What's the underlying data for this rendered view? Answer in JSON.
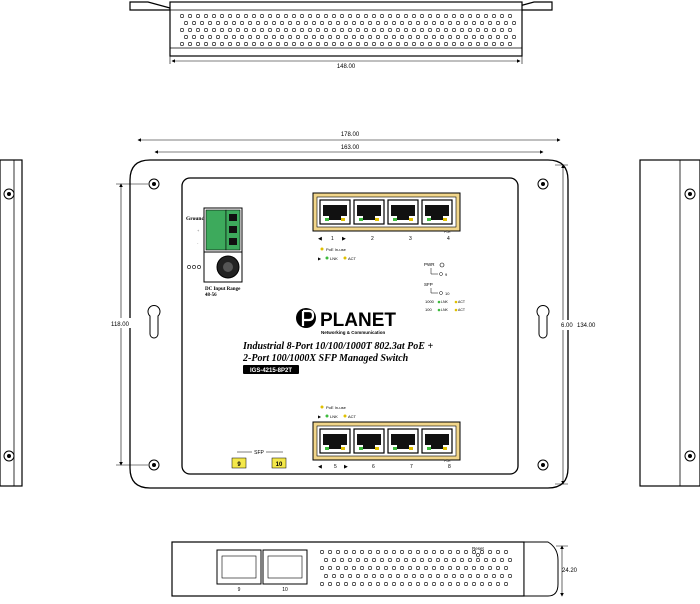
{
  "dimensions": {
    "top_width": "148.00",
    "front_outer_width": "178.00",
    "front_inner_width": "163.00",
    "front_height": "118.00",
    "right_small": "6.00",
    "right_height": "134.00",
    "bottom_height": "24.20"
  },
  "device": {
    "title_line1": "Industrial 8-Port 10/100/1000T 802.3at PoE +",
    "title_line2": "2-Port 100/1000X SFP Managed Switch",
    "model": "IGS-4215-8P2T",
    "brand": "PLANET",
    "brand_tagline": "Networking & Communication",
    "ground_label": "Ground",
    "dc_label_line1": "DC Input Range",
    "dc_label_line2": "48-56",
    "poe_badge": "PoE"
  },
  "ports": {
    "top_numbers": [
      "1",
      "2",
      "3",
      "4"
    ],
    "bottom_numbers": [
      "5",
      "6",
      "7",
      "8"
    ]
  },
  "legend": {
    "poe_inuse": "PoE In-use",
    "lnk_act": "LNK",
    "act": "ACT",
    "pwr": "PWR",
    "sfp": "SFP",
    "port9": "9",
    "port10": "10",
    "speed_1000": "1000",
    "speed_100": "100"
  },
  "sfp": {
    "label": "SFP",
    "port9": "9",
    "port10": "10"
  },
  "bottom_view": {
    "reset_label": "Reset",
    "slot9": "9",
    "slot10": "10"
  },
  "colors": {
    "outline": "#000000",
    "port_highlight": "#f2d68a",
    "terminal_green": "#3daa5c",
    "sfp_yellow": "#f4e84a",
    "led_green": "#3dbb3d",
    "led_yellow": "#e0c000"
  }
}
